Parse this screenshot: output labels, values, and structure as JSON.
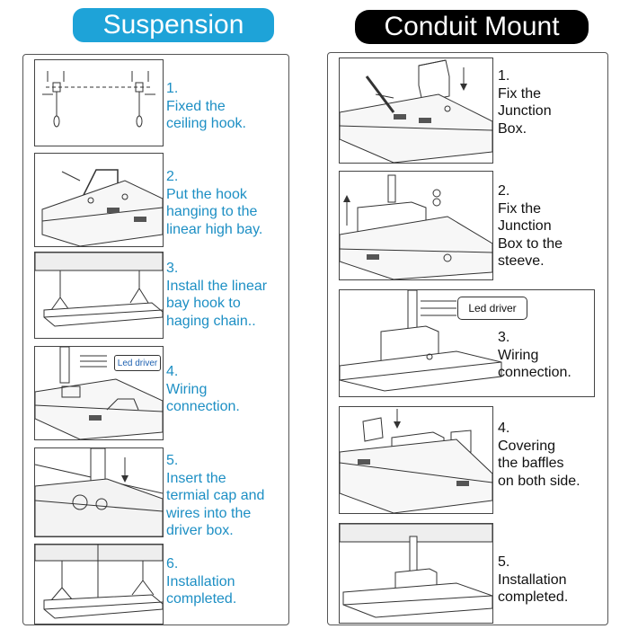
{
  "headers": {
    "suspension": "Suspension",
    "conduit": "Conduit Mount"
  },
  "led_label": "Led driver",
  "suspension_steps": [
    {
      "text": "1.\nFixed the\nceiling hook."
    },
    {
      "text": "2.\nPut the hook\nhanging to the\nlinear high bay."
    },
    {
      "text": "3.\nInstall the linear\n bay hook to\nhaging chain.."
    },
    {
      "text": "4.\nWiring\nconnection."
    },
    {
      "text": "5.\n Insert the\ntermial cap and\nwires into the\ndriver box."
    },
    {
      "text": "6.\nInstallation\ncompleted."
    }
  ],
  "conduit_steps": [
    {
      "text": "1.\nFix the\nJunction\nBox."
    },
    {
      "text": "2.\nFix the\nJunction\nBox to the\nsteeve."
    },
    {
      "text": "3.\nWiring\nconnection."
    },
    {
      "text": "4.\nCovering\nthe baffles\non both side."
    },
    {
      "text": "5.\nInstallation\ncompleted."
    }
  ],
  "colors": {
    "accent_blue": "#1ea3d8",
    "step_blue": "#1d8fc4",
    "black": "#000000"
  }
}
